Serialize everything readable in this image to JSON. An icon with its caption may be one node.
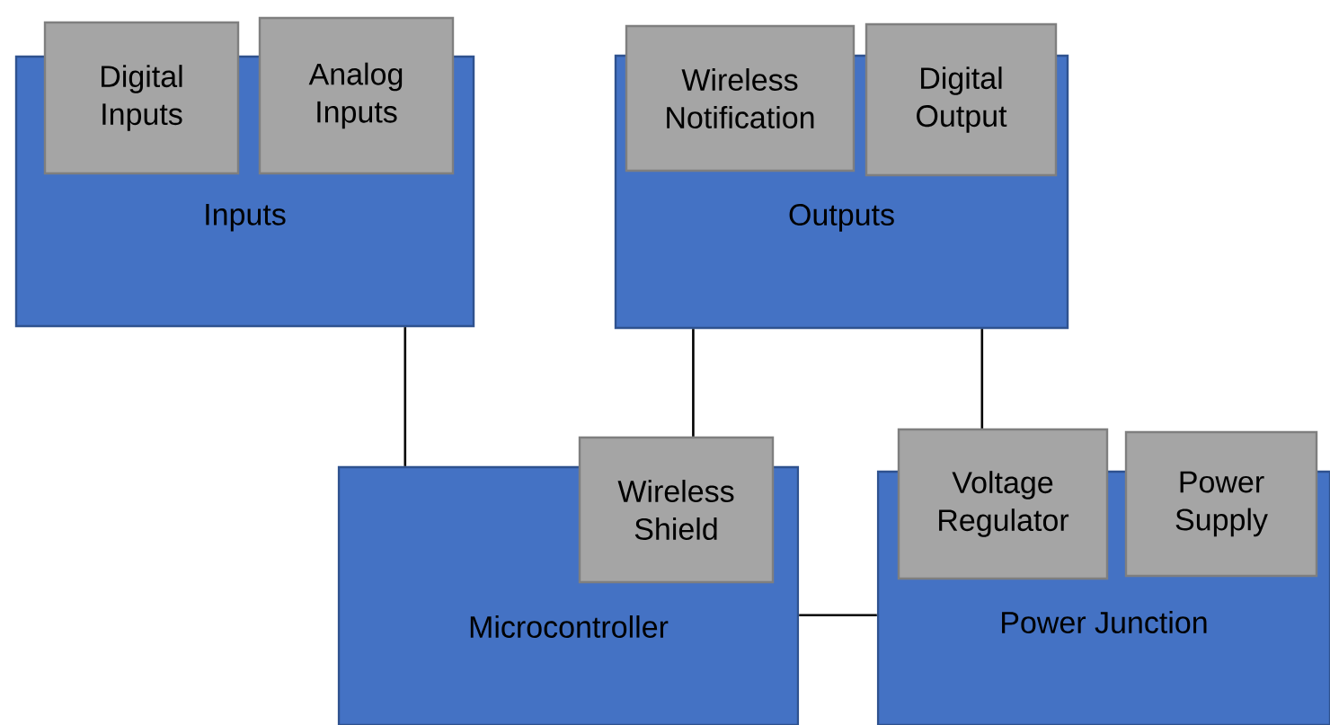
{
  "diagram": {
    "nodes": [
      {
        "text": [
          "Inputs"
        ]
      },
      {
        "text": [
          "Digital Inputs"
        ]
      },
      {
        "text": [
          "Analog Inputs"
        ]
      },
      {
        "text": [
          "Outputs"
        ]
      },
      {
        "text": [
          "Wireless Notification"
        ]
      },
      {
        "text": [
          "Digital Output"
        ]
      },
      {
        "text": [
          "Microcontroller"
        ]
      },
      {
        "text": [
          "Wireless Shield"
        ]
      },
      {
        "text": [
          "Power Junction"
        ]
      },
      {
        "text": [
          "Voltage Regulator"
        ]
      },
      {
        "text": [
          "Power Supply"
        ]
      }
    ],
    "edges": [
      {
        "from": 0,
        "to": 6,
        "arrow": "none"
      },
      {
        "from": 3,
        "to": 7,
        "arrow": "none"
      },
      {
        "from": 3,
        "to": 9,
        "arrow": "none"
      },
      {
        "from": 6,
        "to": 8,
        "arrow": "none"
      }
    ]
  }
}
